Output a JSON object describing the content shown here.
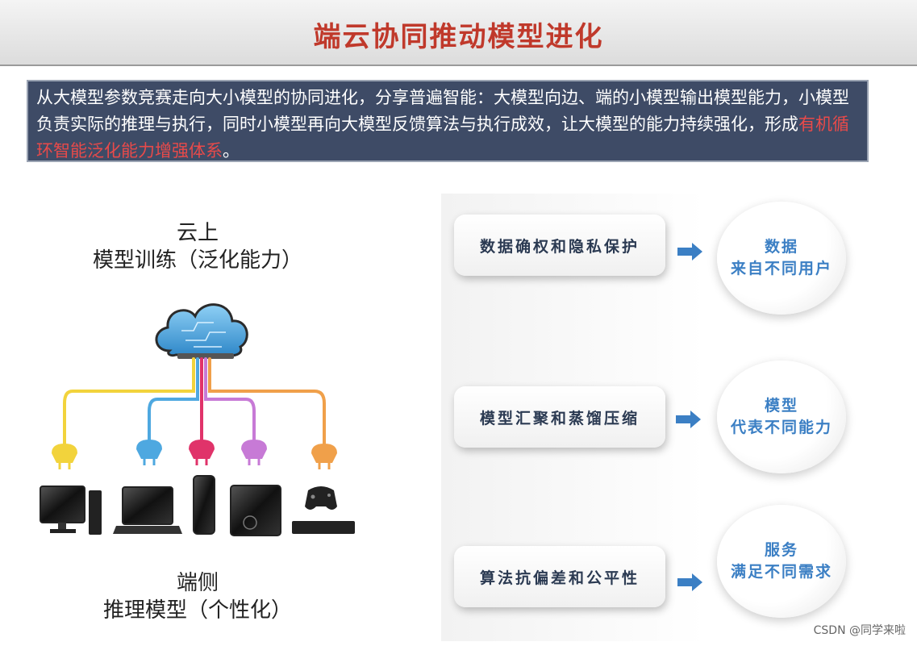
{
  "title": "端云协同推动模型进化",
  "intro": {
    "text": "从大模型参数竞赛走向大小模型的协同进化，分享普遍智能：大模型向边、端的小模型输出模型能力，小模型负责实际的推理与执行，同时小模型再向大模型反馈算法与执行成效，让大模型的能力持续强化，形成",
    "highlight": "有机循环智能泛化能力增强体系",
    "end": "。"
  },
  "cloud": {
    "label_line1": "云上",
    "label_line2": "模型训练（泛化能力）"
  },
  "edge": {
    "label_line1": "端侧",
    "label_line2": "推理模型（个性化）"
  },
  "rows": [
    {
      "box": "数据确权和隐私保护",
      "circle_line1": "数据",
      "circle_line2": "来自不同用户"
    },
    {
      "box": "模型汇聚和蒸馏压缩",
      "circle_line1": "模型",
      "circle_line2": "代表不同能力"
    },
    {
      "box": "算法抗偏差和公平性",
      "circle_line1": "服务",
      "circle_line2": "满足不同需求"
    }
  ],
  "colors": {
    "title": "#c0392b",
    "intro_bg": "#3e4b66",
    "highlight": "#e84a4a",
    "circle_text": "#3b7fc4",
    "arrow": "#3b7fc4",
    "wires": [
      "#f2d33c",
      "#4ea8e0",
      "#e0336a",
      "#c77ad6",
      "#f0a04a"
    ]
  },
  "icons": [
    "cloud-chip-icon",
    "monitor-icon",
    "laptop-icon",
    "phone-icon",
    "tablet-icon",
    "game-console-icon"
  ],
  "watermark": "CSDN @同学来啦"
}
